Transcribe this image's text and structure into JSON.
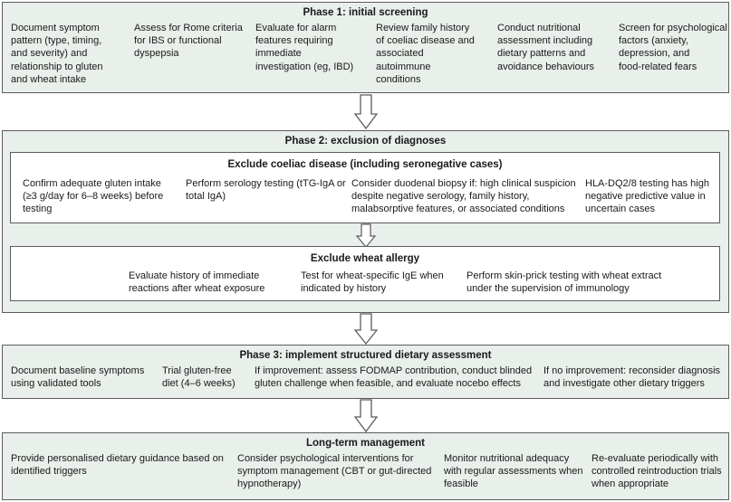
{
  "phase1": {
    "title": "Phase 1: initial screening",
    "items": [
      [
        "Document symptom",
        "pattern (type, timing,",
        "and severity) and",
        "relationship to gluten",
        "and wheat intake"
      ],
      [
        "Assess for Rome criteria",
        "for IBS or functional",
        "dyspepsia"
      ],
      [
        "Evaluate for alarm",
        "features requiring",
        "immediate",
        "investigation (eg, IBD)"
      ],
      [
        "Review family history",
        "of coeliac disease and",
        "associated",
        "autoimmune",
        "conditions"
      ],
      [
        "Conduct nutritional",
        "assessment including",
        "dietary patterns and",
        "avoidance behaviours"
      ],
      [
        "Screen for psychological",
        "factors (anxiety,",
        "depression, and",
        "food-related fears"
      ]
    ]
  },
  "phase2": {
    "title": "Phase 2: exclusion of diagnoses",
    "coeliac": {
      "title": "Exclude coeliac disease (including seronegative cases)",
      "items": [
        [
          "Confirm adequate gluten intake",
          "(≥3 g/day for 6–8 weeks) before",
          "testing"
        ],
        [
          "Perform serology testing (tTG-IgA or",
          "total IgA)"
        ],
        [
          "Consider duodenal biopsy if: high clinical suspicion",
          "despite negative serology, family history,",
          "malabsorptive features, or associated conditions"
        ],
        [
          "HLA-DQ2/8 testing has high",
          "negative predictive value in",
          "uncertain cases"
        ]
      ]
    },
    "wheat": {
      "title": "Exclude wheat allergy",
      "items": [
        [
          "Evaluate history of immediate",
          "reactions after wheat exposure"
        ],
        [
          "Test for wheat-specific IgE when",
          "indicated by history"
        ],
        [
          "Perform skin-prick testing with wheat extract",
          "under the supervision of immunology"
        ]
      ]
    }
  },
  "phase3": {
    "title": "Phase 3: implement structured dietary assessment",
    "items": [
      [
        "Document baseline symptoms",
        "using validated tools"
      ],
      [
        "Trial gluten-free",
        "diet (4–6 weeks)"
      ],
      [
        "If improvement: assess FODMAP contribution, conduct blinded",
        "gluten challenge when feasible, and evaluate nocebo effects"
      ],
      [
        "If no improvement: reconsider diagnosis",
        "and investigate other dietary triggers"
      ]
    ]
  },
  "longterm": {
    "title": "Long-term management",
    "items": [
      [
        "Provide personalised dietary guidance based on",
        "identified triggers"
      ],
      [
        "Consider psychological interventions for",
        "symptom management (CBT or gut-directed",
        "hypnotherapy)"
      ],
      [
        "Monitor nutritional adequacy",
        "with regular assessments when",
        "feasible"
      ],
      [
        "Re-evaluate periodically with",
        "controlled reintroduction trials",
        "when appropriate"
      ]
    ]
  },
  "colors": {
    "phase_fill": "#e9efea",
    "border": "#5c5c5c",
    "arrow_fill": "#ffffff"
  }
}
